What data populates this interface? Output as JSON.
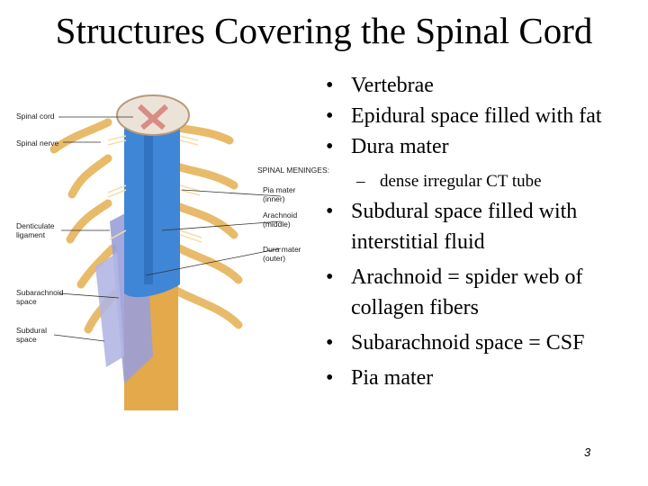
{
  "slide": {
    "title": "Structures Covering the Spinal Cord",
    "page_number": "3"
  },
  "figure": {
    "labels": {
      "spinal_cord": "Spinal cord",
      "spinal_nerve": "Spinal nerve",
      "meninges_heading": "SPINAL MENINGES:",
      "pia_mater": "Pia mater",
      "pia_mater_note": "(inner)",
      "arachnoid": "Arachnoid",
      "arachnoid_note": "(middle)",
      "dura_mater": "Dura mater",
      "dura_mater_note": "(outer)",
      "denticulate_line1": "Denticulate",
      "denticulate_line2": "ligament",
      "subarachnoid_line1": "Subarachnoid",
      "subarachnoid_line2": "space",
      "subdural_line1": "Subdural",
      "subdural_line2": "space"
    },
    "colors": {
      "cord_blue": "#3f86d6",
      "dura_tan": "#e3a94a",
      "nerve_tan": "#e8bb6a",
      "arachnoid_lavender": "#9a9ed8",
      "gray_matter": "#e9a9a0"
    }
  },
  "bullets": {
    "b1": "Vertebrae",
    "b2": "Epidural space filled with fat",
    "b3": "Dura mater",
    "b3_sub": "dense irregular CT tube",
    "b4_line1": "Subdural space filled with",
    "b4_line2": "interstitial fluid",
    "b5_line1": "Arachnoid = spider web of",
    "b5_line2": "collagen fibers",
    "b6": "Subarachnoid space = CSF",
    "b7": "Pia mater",
    "bullet_char": "•",
    "dash_char": "–"
  }
}
